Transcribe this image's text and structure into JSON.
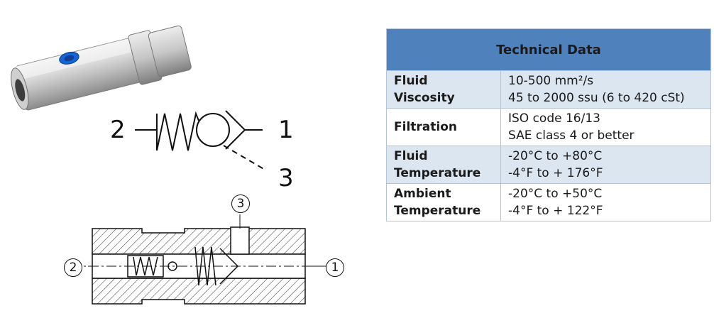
{
  "ports": {
    "symbol": {
      "p2": "2",
      "p1": "1",
      "p3": "3"
    },
    "section": {
      "c3": "3",
      "c2": "2",
      "c1": "1"
    }
  },
  "table": {
    "header": "Technical Data",
    "rows": [
      {
        "label_line1": "Fluid",
        "label_line2": "Viscosity",
        "value_line1": "10-500 mm²/s",
        "value_line2": "45 to 2000 ssu (6 to 420 cSt)"
      },
      {
        "label_line1": "Filtration",
        "label_line2": "",
        "value_line1": "ISO code 16/13",
        "value_line2": "SAE class 4 or better"
      },
      {
        "label_line1": "Fluid",
        "label_line2": "Temperature",
        "value_line1": "-20°C to +80°C",
        "value_line2": "-4°F to + 176°F"
      },
      {
        "label_line1": "Ambient",
        "label_line2": "Temperature",
        "value_line1": "-20°C to +50°C",
        "value_line2": "-4°F to + 122°F"
      }
    ]
  },
  "colors": {
    "header_bg": "#4f81bd",
    "alt_row_bg": "#dce6f1",
    "port_plug": "#1565d8"
  }
}
